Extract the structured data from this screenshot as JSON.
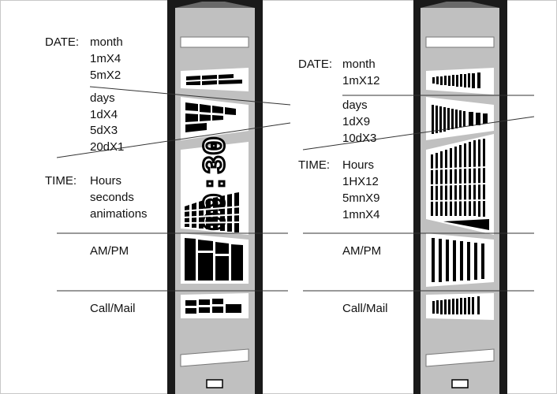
{
  "left": {
    "date_label": "DATE:",
    "date_items": [
      "month",
      "1mX4",
      "5mX2"
    ],
    "days_items": [
      "days",
      "1dX4",
      "5dX3",
      "20dX1"
    ],
    "time_label": "TIME:",
    "time_items": [
      "Hours",
      "seconds",
      "animations"
    ],
    "clock_text": "09:30",
    "ampm": "AM/PM",
    "callmail": "Call/Mail"
  },
  "right": {
    "date_label": "DATE:",
    "date_items": [
      "month",
      "1mX12"
    ],
    "days_items": [
      "days",
      "1dX9",
      "10dX3"
    ],
    "time_label": "TIME:",
    "time_items": [
      "Hours",
      "1HX12",
      "5mnX9",
      "1mnX4"
    ],
    "ampm": "AM/PM",
    "callmail": "Call/Mail"
  },
  "colors": {
    "device_fill": "#c0c0c0",
    "device_frame": "#1a1a1a",
    "panel": "#ffffff",
    "ink": "#000000"
  }
}
